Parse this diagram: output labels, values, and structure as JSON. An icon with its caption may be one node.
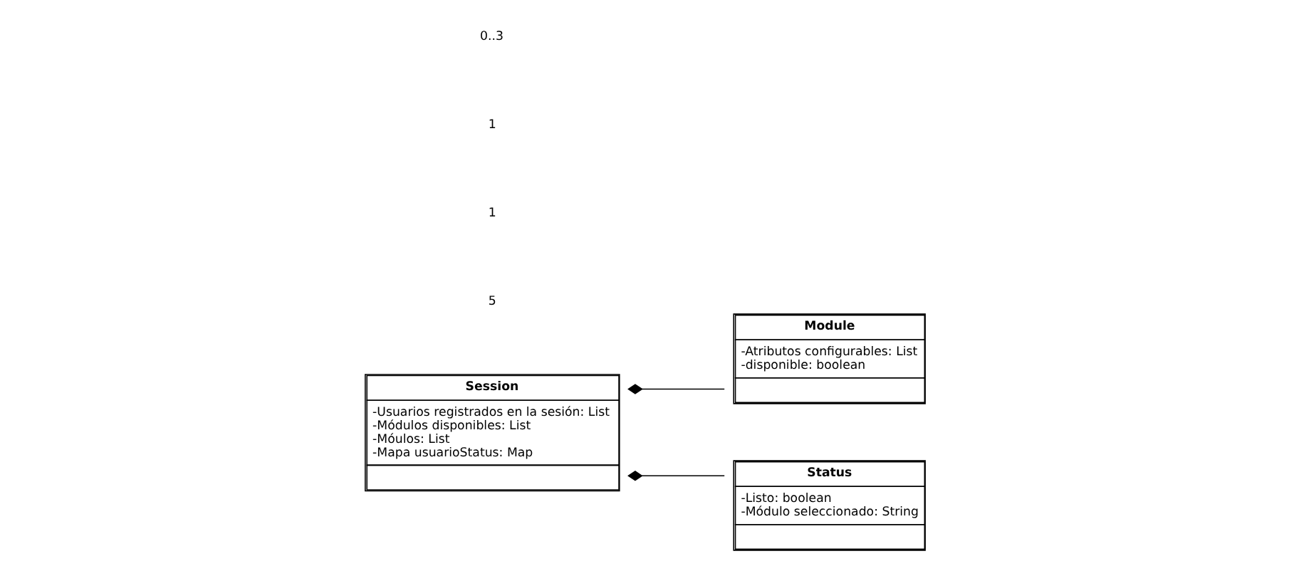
{
  "diagram": {
    "nodes": [
      {
        "text": [
          "Session",
          "-Usuarios registrados en la sesión: List",
          "-Módulos disponibles: List",
          "-Móulos: List",
          "-Mapa usuarioStatus: Map"
        ]
      },
      {
        "text": [
          "Module",
          "-Atributos configurables: List",
          "-disponible: boolean"
        ]
      },
      {
        "text": [
          "Status",
          "-Listo: boolean",
          "-Módulo seleccionado: String"
        ]
      }
    ],
    "edges": [
      {
        "from": 0,
        "to": 1,
        "arrow": "other"
      },
      {
        "from": 0,
        "to": 2,
        "arrow": "other"
      }
    ],
    "labels": [
      "5",
      "1",
      "1",
      "0..3"
    ]
  }
}
